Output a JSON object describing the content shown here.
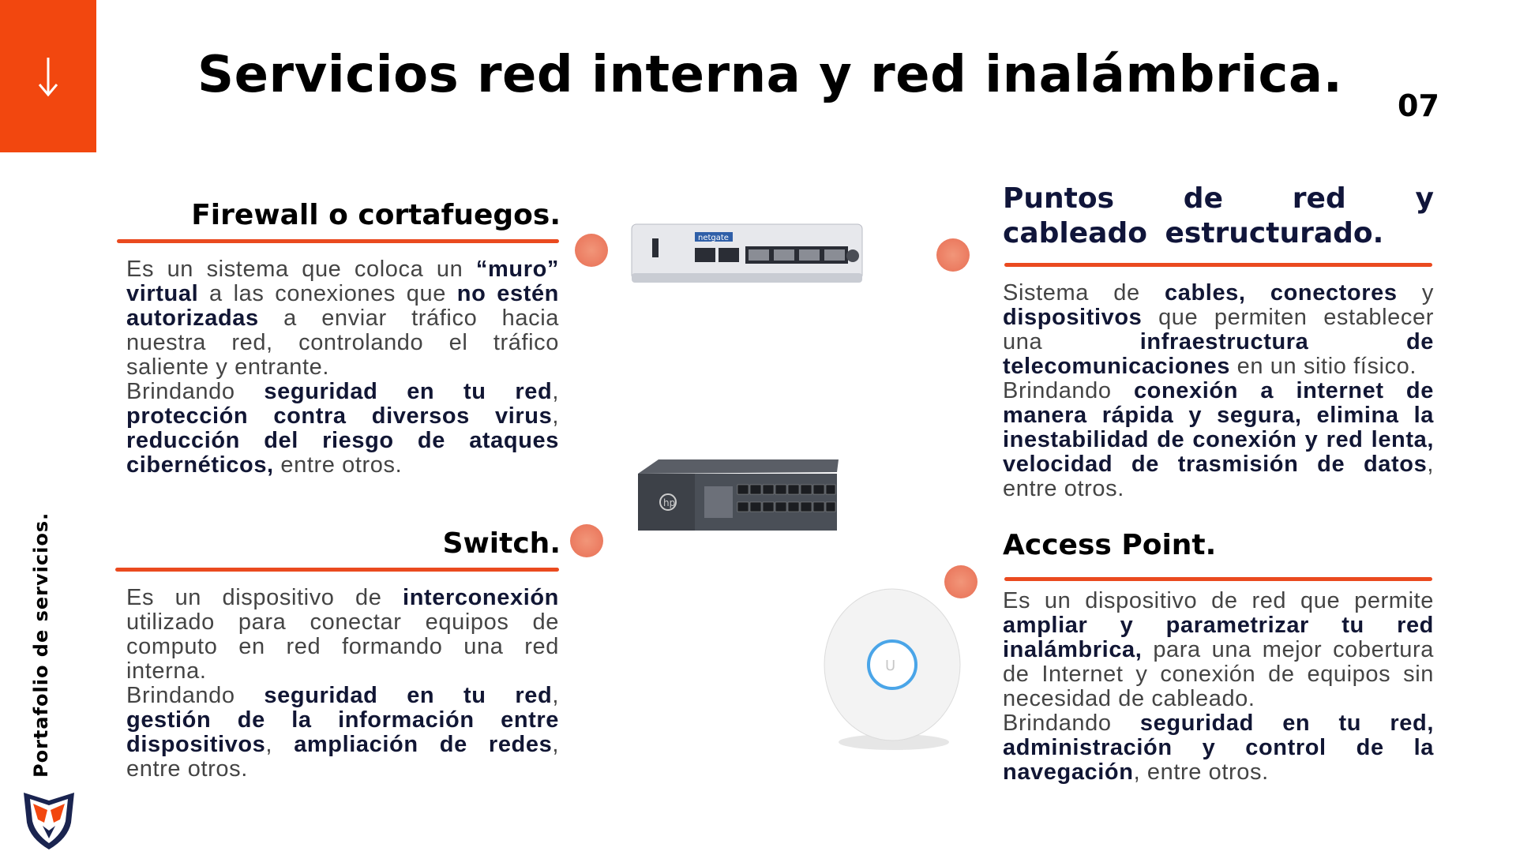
{
  "header": {
    "title": "Servicios red interna y red inalámbrica.",
    "page_number": "07",
    "nav_icon": "arrow-down-icon"
  },
  "sidebar": {
    "label": "Portafolio de servicios.",
    "logo_icon": "fox-shield-logo-icon"
  },
  "colors": {
    "accent": "#f2470f",
    "rule": "#ea4a1f",
    "dot": "#ea7052",
    "heading": "#10153a"
  },
  "sections": {
    "firewall": {
      "heading": "Firewall o cortafuegos.",
      "p1": [
        "Es un sistema que coloca un ",
        "“muro” virtual",
        " a las conexiones que ",
        "no estén autorizadas",
        " a enviar tráfico hacia nuestra red, controlando el tráfico saliente y entrante."
      ],
      "p2": [
        "Brindando ",
        "seguridad en tu red",
        ", ",
        "protección contra diversos virus",
        ", ",
        "reducción del riesgo de ataques cibernéticos,",
        " entre otros."
      ],
      "device_brand": "netgate"
    },
    "switch": {
      "heading": "Switch.",
      "p1": [
        "Es un dispositivo de ",
        "interconexión",
        " utilizado para conectar equipos de computo en red formando una red interna."
      ],
      "p2": [
        "Brindando ",
        "seguridad en tu red",
        ", ",
        "gestión de la información entre dispositivos",
        ", ",
        "ampliación de redes",
        ", entre otros."
      ],
      "device_brand": "hp"
    },
    "cabling": {
      "heading": "Puntos de red y cableado estructurado.",
      "p1": [
        "Sistema de ",
        "cables, conectores",
        " y ",
        "dispositivos",
        " que permiten establecer una ",
        "infraestructura de telecomunicaciones",
        " en un sitio físico."
      ],
      "p2": [
        "Brindando ",
        "conexión a internet de manera rápida y segura, elimina la inestabilidad de conexión y red lenta, velocidad de trasmisión de datos",
        ", entre otros."
      ]
    },
    "access_point": {
      "heading": "Access Point.",
      "p1": [
        "Es un dispositivo de red que permite ",
        "ampliar y parametrizar tu red inalámbrica,",
        " para una mejor cobertura de Internet y conexión de equipos sin necesidad de cableado."
      ],
      "p2": [
        "Brindando ",
        "seguridad en tu red, administración y control de la navegación",
        ", entre otros."
      ],
      "device_brand": "U"
    }
  }
}
